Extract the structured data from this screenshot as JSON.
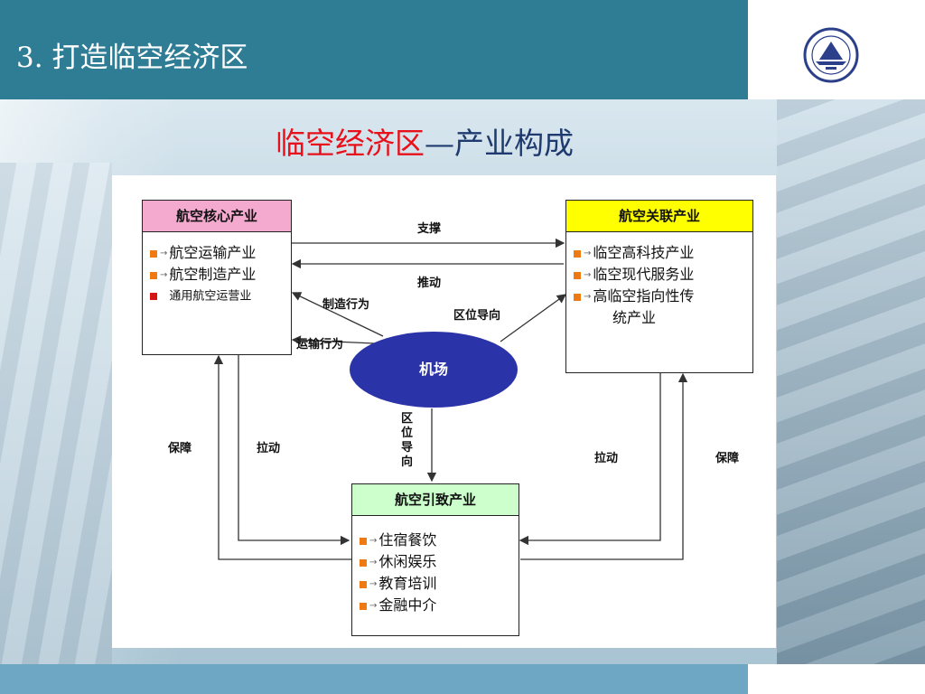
{
  "header": {
    "title": "3.  打造临空经济区"
  },
  "subtitle": {
    "red": "临空经济区",
    "blue": "—产业构成"
  },
  "diagram": {
    "core": {
      "title": "航空核心产业",
      "items": [
        "航空运输产业",
        "航空制造产业",
        "通用航空运营业"
      ]
    },
    "related": {
      "title": "航空关联产业",
      "items": [
        "临空高科技产业",
        "临空现代服务业",
        "高临空指向性传",
        "统产业"
      ]
    },
    "induced": {
      "title": "航空引致产业",
      "items": [
        "住宿餐饮",
        "休闲娱乐",
        "教育培训",
        "金融中介"
      ]
    },
    "airport": "机场",
    "labels": {
      "support": "支撑",
      "push": "推动",
      "manufacturing": "制造行为",
      "transport": "运输行为",
      "location_right": "区位导向",
      "location_down": "区位导向",
      "guarantee_left": "保障",
      "pull_left": "拉动",
      "pull_right": "拉动",
      "guarantee_right": "保障"
    }
  },
  "colors": {
    "header_bg": "#2f7d95",
    "core_head": "#f4a9cf",
    "related_head": "#ffff00",
    "induced_head": "#ccffcc",
    "airport": "#2b33a8",
    "bullet_orange": "#f07a12",
    "bullet_red": "#d71414"
  },
  "icons": [
    "university-logo-icon"
  ]
}
